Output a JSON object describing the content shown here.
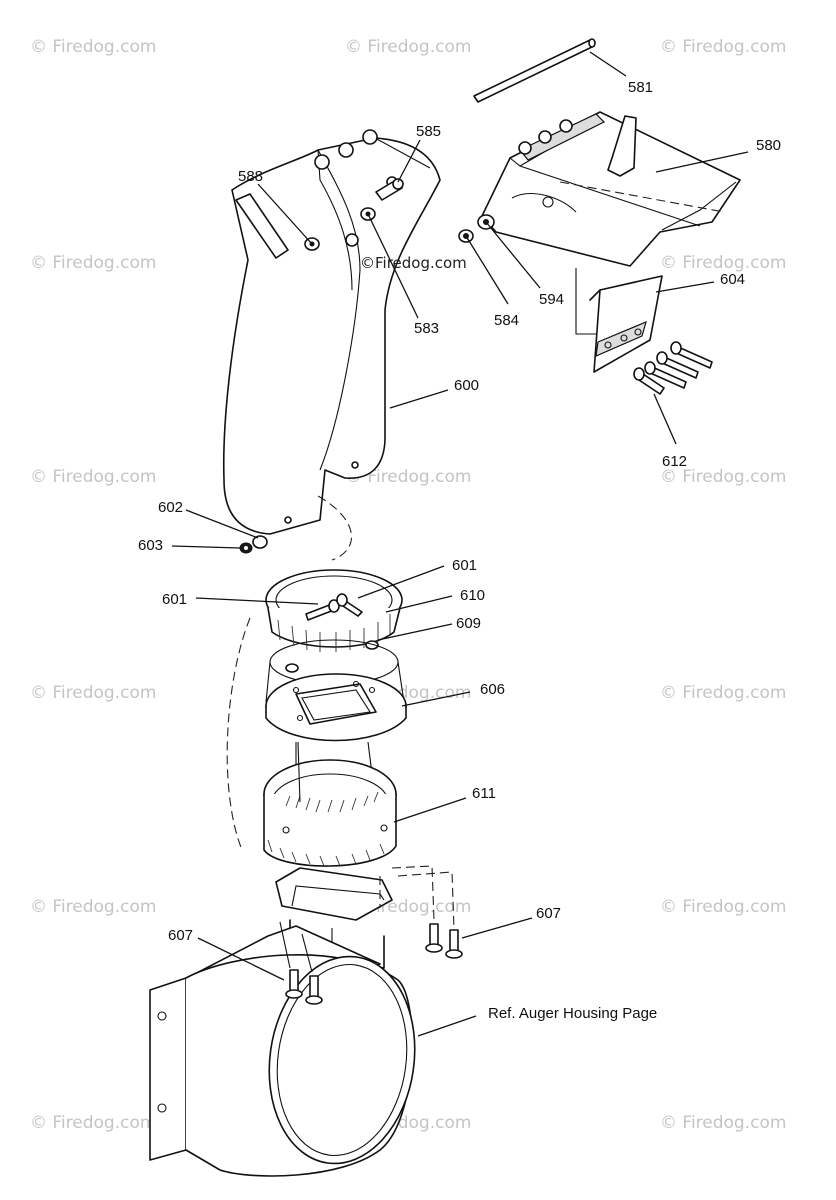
{
  "watermark": {
    "text": "© Firedog.com",
    "inline_text": "©Firedog.com"
  },
  "reference_note": "Ref. Auger Housing Page",
  "callouts": [
    {
      "id": "581",
      "label": "581"
    },
    {
      "id": "580",
      "label": "580"
    },
    {
      "id": "585",
      "label": "585"
    },
    {
      "id": "588",
      "label": "588"
    },
    {
      "id": "583",
      "label": "583"
    },
    {
      "id": "584",
      "label": "584"
    },
    {
      "id": "594",
      "label": "594"
    },
    {
      "id": "604",
      "label": "604"
    },
    {
      "id": "600",
      "label": "600"
    },
    {
      "id": "612",
      "label": "612"
    },
    {
      "id": "602",
      "label": "602"
    },
    {
      "id": "603",
      "label": "603"
    },
    {
      "id": "601a",
      "label": "601"
    },
    {
      "id": "601b",
      "label": "601"
    },
    {
      "id": "610",
      "label": "610"
    },
    {
      "id": "609",
      "label": "609"
    },
    {
      "id": "606",
      "label": "606"
    },
    {
      "id": "611",
      "label": "611"
    },
    {
      "id": "607a",
      "label": "607"
    },
    {
      "id": "607b",
      "label": "607"
    }
  ]
}
